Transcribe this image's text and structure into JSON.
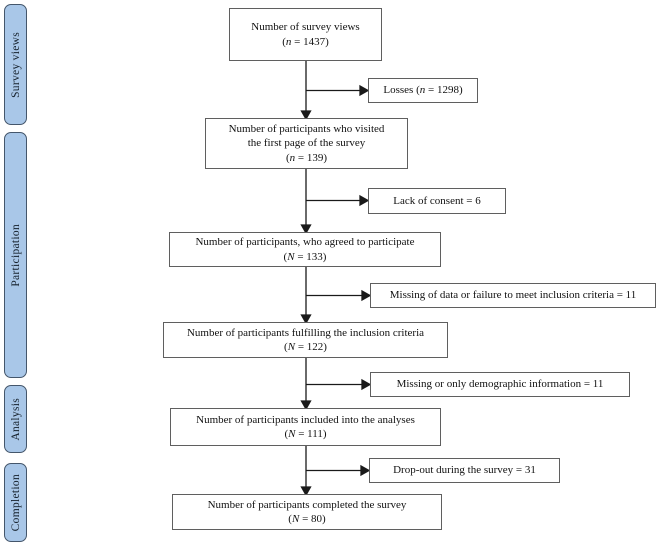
{
  "sidebar": {
    "fill": "#a9c7e8",
    "border": "#44566b",
    "items": [
      {
        "label": "Survey views"
      },
      {
        "label": "Participation"
      },
      {
        "label": "Analysis"
      },
      {
        "label": "Completion"
      }
    ]
  },
  "main_boxes": [
    {
      "id": "survey-views",
      "lines": [
        [
          {
            "t": "Number of survey views"
          }
        ],
        [
          {
            "t": "("
          },
          {
            "t": "n",
            "i": true
          },
          {
            "t": " = 1437)"
          }
        ]
      ]
    },
    {
      "id": "visited-first-page",
      "lines": [
        [
          {
            "t": "Number of participants who visited"
          }
        ],
        [
          {
            "t": "the first page of the survey"
          }
        ],
        [
          {
            "t": "("
          },
          {
            "t": "n",
            "i": true
          },
          {
            "t": " = 139)"
          }
        ]
      ]
    },
    {
      "id": "agreed-to-participate",
      "lines": [
        [
          {
            "t": "Number of participants, who agreed to participate"
          }
        ],
        [
          {
            "t": "("
          },
          {
            "t": "N",
            "i": true
          },
          {
            "t": " = 133)"
          }
        ]
      ]
    },
    {
      "id": "fulfilling-inclusion-criteria",
      "lines": [
        [
          {
            "t": "Number of participants fulfilling the inclusion criteria"
          }
        ],
        [
          {
            "t": "("
          },
          {
            "t": "N",
            "i": true
          },
          {
            "t": " = 122)"
          }
        ]
      ]
    },
    {
      "id": "included-into-analyses",
      "lines": [
        [
          {
            "t": "Number of participants included into the analyses"
          }
        ],
        [
          {
            "t": "("
          },
          {
            "t": "N",
            "i": true
          },
          {
            "t": " = 111)"
          }
        ]
      ]
    },
    {
      "id": "completed-survey",
      "lines": [
        [
          {
            "t": "Number of participants completed the survey"
          }
        ],
        [
          {
            "t": "("
          },
          {
            "t": "N",
            "i": true
          },
          {
            "t": " = 80)"
          }
        ]
      ]
    }
  ],
  "exclusion_boxes": [
    {
      "id": "losses",
      "lines": [
        [
          {
            "t": "Losses ("
          },
          {
            "t": "n",
            "i": true
          },
          {
            "t": " = 1298)"
          }
        ]
      ]
    },
    {
      "id": "lack-of-consent",
      "lines": [
        [
          {
            "t": "Lack of consent = 6"
          }
        ]
      ]
    },
    {
      "id": "missing-data-or-inclusion-failure",
      "lines": [
        [
          {
            "t": "Missing of data or failure to meet inclusion criteria = 11"
          }
        ]
      ]
    },
    {
      "id": "missing-or-only-demographic",
      "lines": [
        [
          {
            "t": "Missing or only demographic information = 11"
          }
        ]
      ]
    },
    {
      "id": "drop-out",
      "lines": [
        [
          {
            "t": "Drop-out during the survey = 31"
          }
        ]
      ]
    }
  ]
}
